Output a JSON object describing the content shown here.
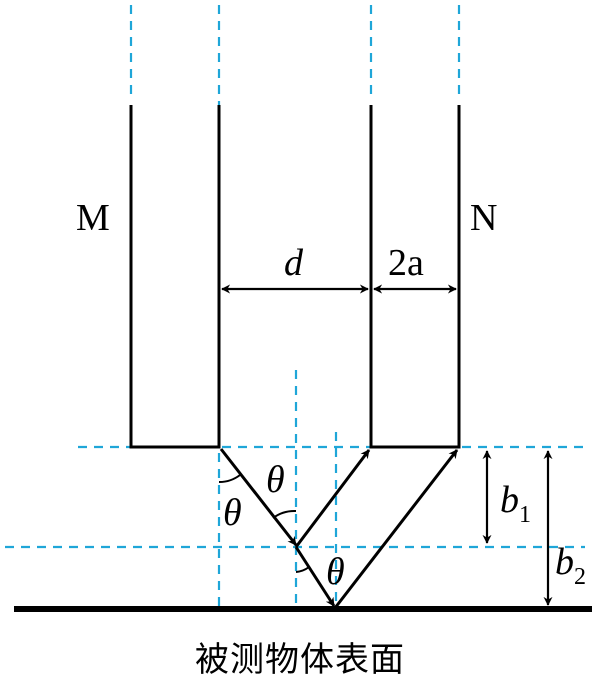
{
  "labels": {
    "left_probe": "M",
    "right_probe": "N",
    "gap_d": "d",
    "width_2a": "2a",
    "theta": "θ",
    "b1_base": "b",
    "b1_sub": "1",
    "b2_base": "b",
    "b2_sub": "2"
  },
  "caption": "被测物体表面",
  "colors": {
    "line": "#000000",
    "dashed": "#1fa6d8"
  }
}
